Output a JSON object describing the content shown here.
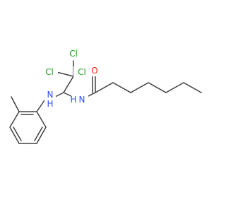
{
  "molecule": {
    "atoms": {
      "cl_top": "Cl",
      "cl_left": "Cl",
      "cl_right": "Cl",
      "n_aniline": "N",
      "h_aniline": "H",
      "n_amide": "N",
      "h_amide": "H",
      "o_carbonyl": "O"
    },
    "colors": {
      "bond": "#404040",
      "chlorine": "#1fa01f",
      "nitrogen": "#3050f8",
      "oxygen": "#ff2010"
    }
  }
}
